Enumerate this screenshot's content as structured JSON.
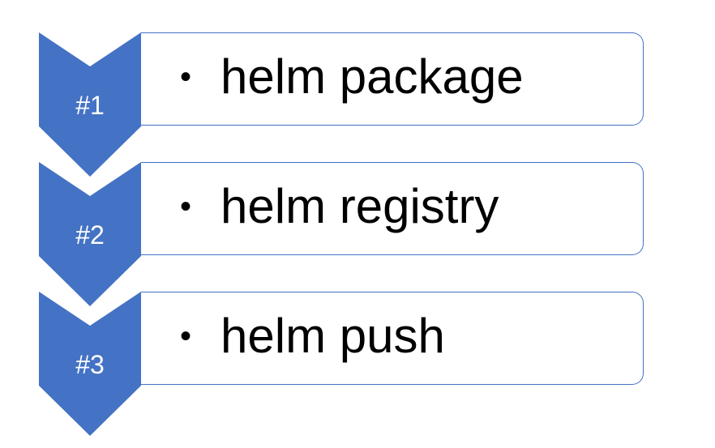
{
  "accent_color": "#4472c4",
  "bullet_glyph": "•",
  "steps": [
    {
      "number": "#1",
      "label": "helm package"
    },
    {
      "number": "#2",
      "label": "helm registry"
    },
    {
      "number": "#3",
      "label": "helm push"
    }
  ]
}
